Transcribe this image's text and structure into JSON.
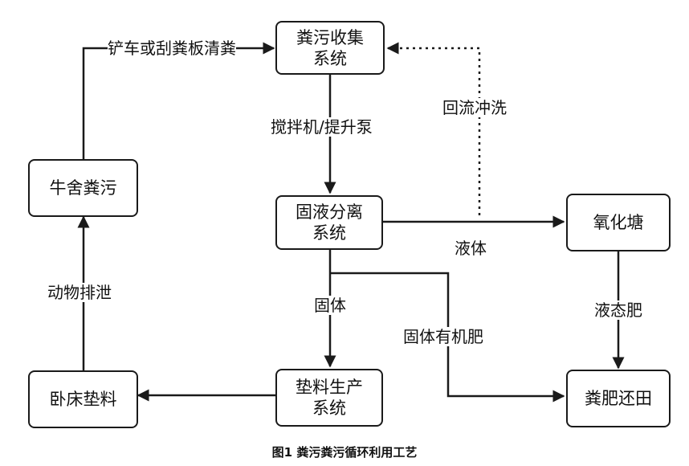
{
  "nodes": {
    "collection": [
      "粪污收集",
      "系统"
    ],
    "separation": [
      "固液分离",
      "系统"
    ],
    "oxidation": [
      "氧化塘"
    ],
    "barn_manure": [
      "牛舍粪污"
    ],
    "bedding": [
      "卧床垫料"
    ],
    "bedding_production": [
      "垫料生产",
      "系统"
    ],
    "field": [
      "粪肥还田"
    ]
  },
  "edge_labels": {
    "shovel": "铲车或刮粪板清粪",
    "stir": "搅拌机/提升泵",
    "reflux": "回流冲洗",
    "liquid": "液体",
    "solid": "固体",
    "solid_fertilizer": "固体有机肥",
    "liquid_fertilizer": "液态肥",
    "excretion": "动物排泄"
  },
  "caption": "图1 粪污粪污循环利用工艺"
}
